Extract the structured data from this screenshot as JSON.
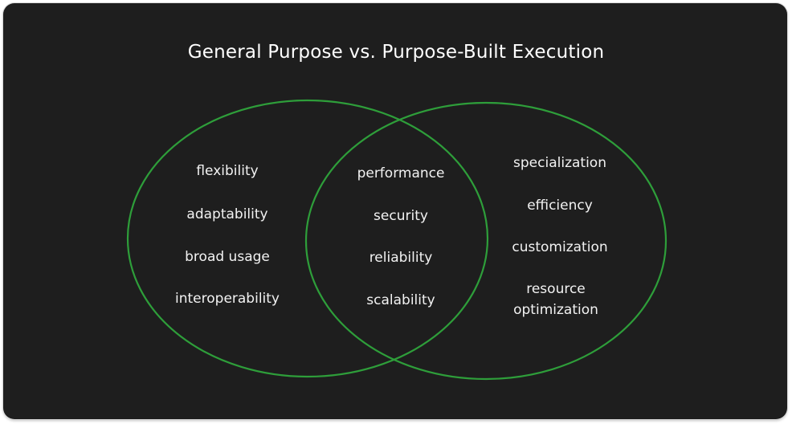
{
  "title": "General Purpose vs. Purpose-Built Execution",
  "colors": {
    "background": "#1e1e1e",
    "circle_stroke": "#2e9e3a",
    "text": "#f2f2f2"
  },
  "left_circle": {
    "items": [
      "flexibility",
      "adaptability",
      "broad usage",
      "interoperability"
    ]
  },
  "overlap": {
    "items": [
      "performance",
      "security",
      "reliability",
      "scalability"
    ]
  },
  "right_circle": {
    "items": [
      "specialization",
      "efficiency",
      "customization",
      "resource",
      "optimization"
    ]
  }
}
